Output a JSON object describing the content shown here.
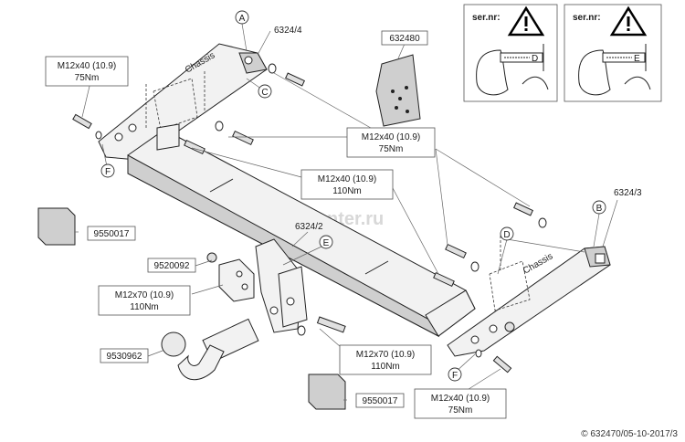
{
  "watermark": "farkop-center.ru",
  "callouts": {
    "a": "A",
    "b": "B",
    "c": "C",
    "d": "D",
    "e": "E",
    "f1": "F",
    "f2": "F"
  },
  "part_numbers": {
    "bracket_left": "6324/4",
    "bracket_right": "6324/3",
    "center_bracket": "6324/2",
    "kit": "632480",
    "block_upper": "9550017",
    "block_lower": "9550017",
    "nut_plate": "9520092",
    "ball": "9530962"
  },
  "bolt_specs": [
    {
      "size": "M12x40 (10.9)",
      "torque": "75Nm"
    },
    {
      "size": "M12x40 (10.9)",
      "torque": "75Nm"
    },
    {
      "size": "M12x40 (10.9)",
      "torque": "110Nm"
    },
    {
      "size": "M12x70 (10.9)",
      "torque": "110Nm"
    },
    {
      "size": "M12x70 (10.9)",
      "torque": "110Nm"
    },
    {
      "size": "M12x40 (10.9)",
      "torque": "75Nm"
    }
  ],
  "warning_panels": [
    {
      "label": "ser.nr:",
      "mark": "D"
    },
    {
      "label": "ser.nr:",
      "mark": "E"
    }
  ],
  "chassis_label": "Chassis",
  "copyright": "© 632470/05-10-2017/3"
}
